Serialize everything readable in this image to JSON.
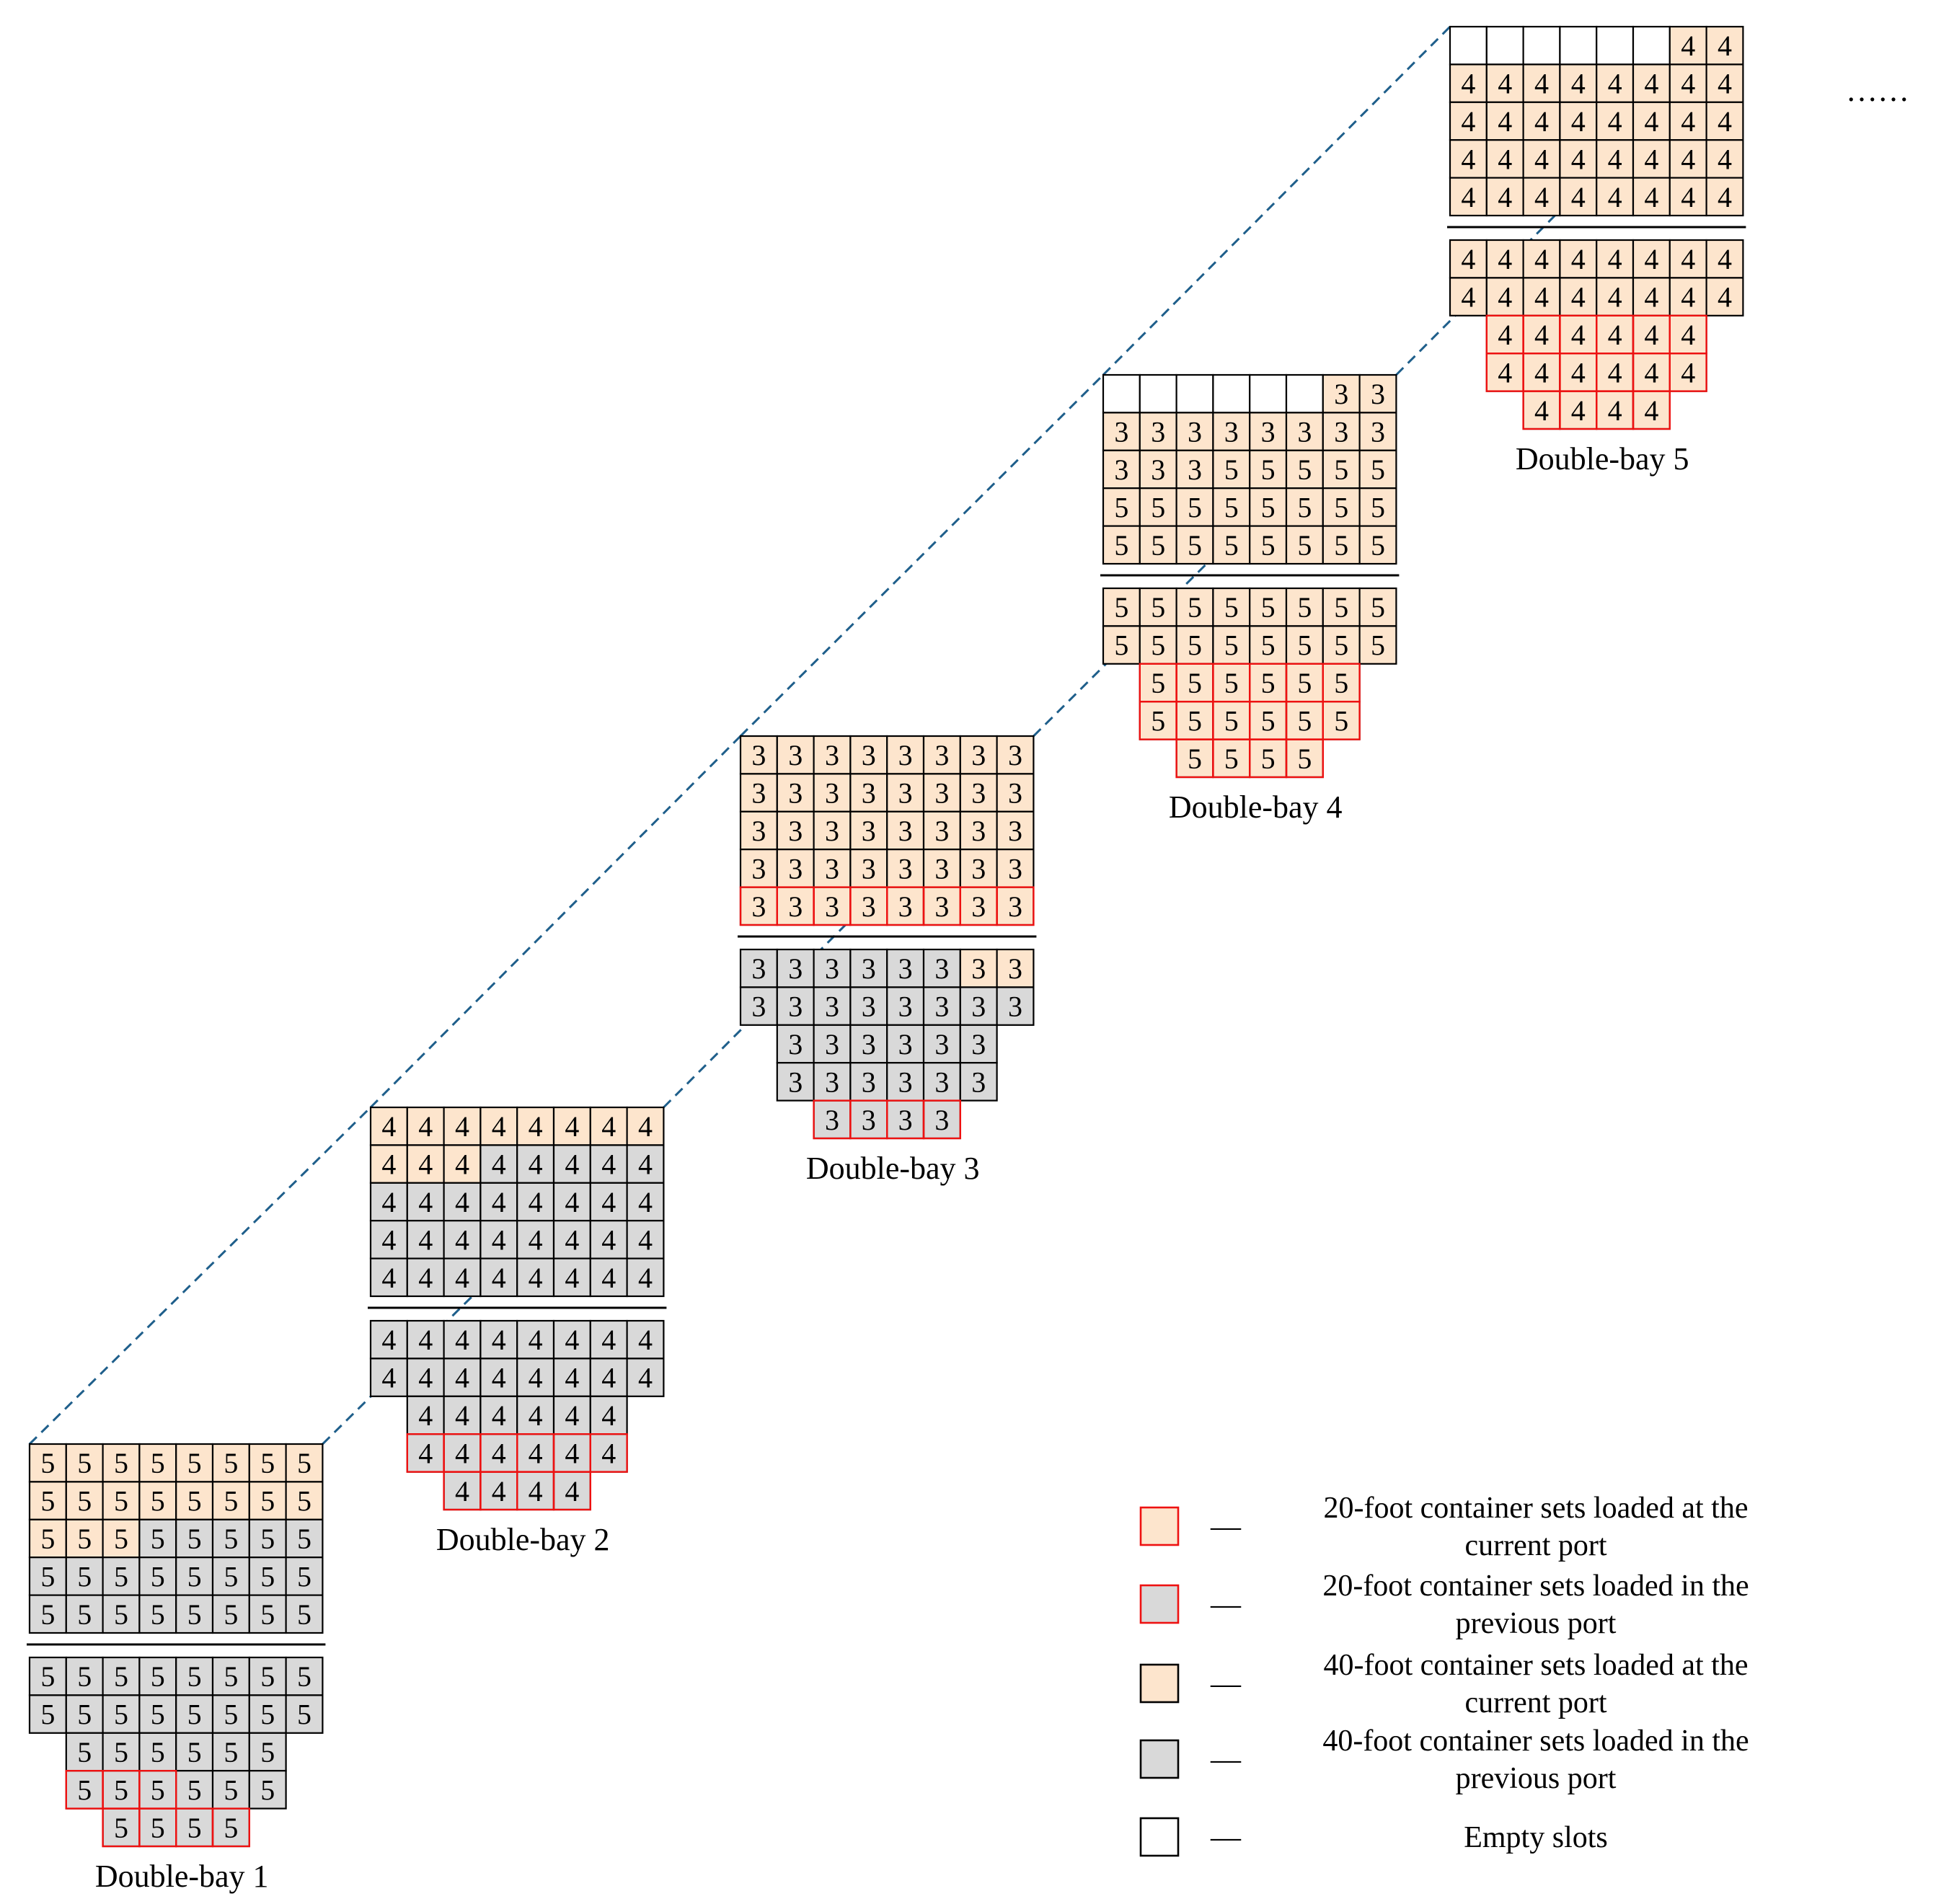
{
  "colors": {
    "current_port_fill": "#fde5cd",
    "previous_port_fill": "#d9d9d9",
    "empty_fill": "#ffffff",
    "cell_border": "#000000",
    "twenty_foot_border": "#ee1111",
    "connector": "#1f5f8b"
  },
  "bays": [
    {
      "id": "bay-1",
      "caption": "Double-bay 1",
      "on_deck": [
        [
          "5",
          "5",
          "5",
          "5",
          "5",
          "5",
          "5",
          "5"
        ],
        [
          "5",
          "5",
          "5",
          "5",
          "5",
          "5",
          "5",
          "5"
        ],
        [
          "5",
          "5",
          "5",
          "5",
          "5",
          "5",
          "5",
          "5"
        ],
        [
          "5",
          "5",
          "5",
          "5",
          "5",
          "5",
          "5",
          "5"
        ],
        [
          "5",
          "5",
          "5",
          "5",
          "5",
          "5",
          "5",
          "5"
        ]
      ],
      "on_deck_type": [
        [
          "c40",
          "c40",
          "c40",
          "c40",
          "c40",
          "c40",
          "c40",
          "c40"
        ],
        [
          "c40",
          "c40",
          "c40",
          "c40",
          "c40",
          "c40",
          "c40",
          "c40"
        ],
        [
          "c40",
          "c40",
          "c40",
          "p40",
          "p40",
          "p40",
          "p40",
          "p40"
        ],
        [
          "p40",
          "p40",
          "p40",
          "p40",
          "p40",
          "p40",
          "p40",
          "p40"
        ],
        [
          "p40",
          "p40",
          "p40",
          "p40",
          "p40",
          "p40",
          "p40",
          "p40"
        ]
      ],
      "in_hold": [
        [
          "5",
          "5",
          "5",
          "5",
          "5",
          "5",
          "5",
          "5"
        ],
        [
          "5",
          "5",
          "5",
          "5",
          "5",
          "5",
          "5",
          "5"
        ],
        [
          "5",
          "5",
          "5",
          "5",
          "5",
          "5"
        ],
        [
          "5",
          "5",
          "5",
          "5",
          "5",
          "5"
        ],
        [
          "5",
          "5",
          "5",
          "5"
        ]
      ],
      "in_hold_type": [
        [
          "p40",
          "p40",
          "p40",
          "p40",
          "p40",
          "p40",
          "p40",
          "p40"
        ],
        [
          "p40",
          "p40",
          "p40",
          "p40",
          "p40",
          "p40",
          "p40",
          "p40"
        ],
        [
          "p40",
          "p40",
          "p40",
          "p40",
          "p40",
          "p40"
        ],
        [
          "p20",
          "p20",
          "p20",
          "p40",
          "p40",
          "p40"
        ],
        [
          "p20",
          "p20",
          "p20",
          "p20"
        ]
      ]
    },
    {
      "id": "bay-2",
      "caption": "Double-bay 2",
      "on_deck": [
        [
          "4",
          "4",
          "4",
          "4",
          "4",
          "4",
          "4",
          "4"
        ],
        [
          "4",
          "4",
          "4",
          "4",
          "4",
          "4",
          "4",
          "4"
        ],
        [
          "4",
          "4",
          "4",
          "4",
          "4",
          "4",
          "4",
          "4"
        ],
        [
          "4",
          "4",
          "4",
          "4",
          "4",
          "4",
          "4",
          "4"
        ],
        [
          "4",
          "4",
          "4",
          "4",
          "4",
          "4",
          "4",
          "4"
        ]
      ],
      "on_deck_type": [
        [
          "c40",
          "c40",
          "c40",
          "c40",
          "c40",
          "c40",
          "c40",
          "c40"
        ],
        [
          "c40",
          "c40",
          "c40",
          "p40",
          "p40",
          "p40",
          "p40",
          "p40"
        ],
        [
          "p40",
          "p40",
          "p40",
          "p40",
          "p40",
          "p40",
          "p40",
          "p40"
        ],
        [
          "p40",
          "p40",
          "p40",
          "p40",
          "p40",
          "p40",
          "p40",
          "p40"
        ],
        [
          "p40",
          "p40",
          "p40",
          "p40",
          "p40",
          "p40",
          "p40",
          "p40"
        ]
      ],
      "in_hold": [
        [
          "4",
          "4",
          "4",
          "4",
          "4",
          "4",
          "4",
          "4"
        ],
        [
          "4",
          "4",
          "4",
          "4",
          "4",
          "4",
          "4",
          "4"
        ],
        [
          "4",
          "4",
          "4",
          "4",
          "4",
          "4"
        ],
        [
          "4",
          "4",
          "4",
          "4",
          "4",
          "4"
        ],
        [
          "4",
          "4",
          "4",
          "4"
        ]
      ],
      "in_hold_type": [
        [
          "p40",
          "p40",
          "p40",
          "p40",
          "p40",
          "p40",
          "p40",
          "p40"
        ],
        [
          "p40",
          "p40",
          "p40",
          "p40",
          "p40",
          "p40",
          "p40",
          "p40"
        ],
        [
          "p40",
          "p40",
          "p40",
          "p40",
          "p40",
          "p40"
        ],
        [
          "p20",
          "p20",
          "p20",
          "p20",
          "p20",
          "p20"
        ],
        [
          "p20",
          "p20",
          "p20",
          "p20"
        ]
      ]
    },
    {
      "id": "bay-3",
      "caption": "Double-bay 3",
      "on_deck": [
        [
          "3",
          "3",
          "3",
          "3",
          "3",
          "3",
          "3",
          "3"
        ],
        [
          "3",
          "3",
          "3",
          "3",
          "3",
          "3",
          "3",
          "3"
        ],
        [
          "3",
          "3",
          "3",
          "3",
          "3",
          "3",
          "3",
          "3"
        ],
        [
          "3",
          "3",
          "3",
          "3",
          "3",
          "3",
          "3",
          "3"
        ],
        [
          "3",
          "3",
          "3",
          "3",
          "3",
          "3",
          "3",
          "3"
        ]
      ],
      "on_deck_type": [
        [
          "c40",
          "c40",
          "c40",
          "c40",
          "c40",
          "c40",
          "c40",
          "c40"
        ],
        [
          "c40",
          "c40",
          "c40",
          "c40",
          "c40",
          "c40",
          "c40",
          "c40"
        ],
        [
          "c40",
          "c40",
          "c40",
          "c40",
          "c40",
          "c40",
          "c40",
          "c40"
        ],
        [
          "c40",
          "c40",
          "c40",
          "c40",
          "c40",
          "c40",
          "c40",
          "c40"
        ],
        [
          "c20",
          "c20",
          "c20",
          "c20",
          "c20",
          "c20",
          "c20",
          "c20"
        ]
      ],
      "in_hold": [
        [
          "3",
          "3",
          "3",
          "3",
          "3",
          "3",
          "3",
          "3"
        ],
        [
          "3",
          "3",
          "3",
          "3",
          "3",
          "3",
          "3",
          "3"
        ],
        [
          "3",
          "3",
          "3",
          "3",
          "3",
          "3"
        ],
        [
          "3",
          "3",
          "3",
          "3",
          "3",
          "3"
        ],
        [
          "3",
          "3",
          "3",
          "3"
        ]
      ],
      "in_hold_type": [
        [
          "p40",
          "p40",
          "p40",
          "p40",
          "p40",
          "p40",
          "c40",
          "c40"
        ],
        [
          "p40",
          "p40",
          "p40",
          "p40",
          "p40",
          "p40",
          "p40",
          "p40"
        ],
        [
          "p40",
          "p40",
          "p40",
          "p40",
          "p40",
          "p40"
        ],
        [
          "p40",
          "p40",
          "p40",
          "p40",
          "p40",
          "p40"
        ],
        [
          "p20",
          "p20",
          "p20",
          "p20"
        ]
      ]
    },
    {
      "id": "bay-4",
      "caption": "Double-bay 4",
      "on_deck": [
        [
          "",
          "",
          "",
          "",
          "",
          "",
          "3",
          "3"
        ],
        [
          "3",
          "3",
          "3",
          "3",
          "3",
          "3",
          "3",
          "3"
        ],
        [
          "3",
          "3",
          "3",
          "5",
          "5",
          "5",
          "5",
          "5"
        ],
        [
          "5",
          "5",
          "5",
          "5",
          "5",
          "5",
          "5",
          "5"
        ],
        [
          "5",
          "5",
          "5",
          "5",
          "5",
          "5",
          "5",
          "5"
        ]
      ],
      "on_deck_type": [
        [
          "empty",
          "empty",
          "empty",
          "empty",
          "empty",
          "empty",
          "c40",
          "c40"
        ],
        [
          "c40",
          "c40",
          "c40",
          "c40",
          "c40",
          "c40",
          "c40",
          "c40"
        ],
        [
          "c40",
          "c40",
          "c40",
          "c40",
          "c40",
          "c40",
          "c40",
          "c40"
        ],
        [
          "c40",
          "c40",
          "c40",
          "c40",
          "c40",
          "c40",
          "c40",
          "c40"
        ],
        [
          "c40",
          "c40",
          "c40",
          "c40",
          "c40",
          "c40",
          "c40",
          "c40"
        ]
      ],
      "in_hold": [
        [
          "5",
          "5",
          "5",
          "5",
          "5",
          "5",
          "5",
          "5"
        ],
        [
          "5",
          "5",
          "5",
          "5",
          "5",
          "5",
          "5",
          "5"
        ],
        [
          "5",
          "5",
          "5",
          "5",
          "5",
          "5"
        ],
        [
          "5",
          "5",
          "5",
          "5",
          "5",
          "5"
        ],
        [
          "5",
          "5",
          "5",
          "5"
        ]
      ],
      "in_hold_type": [
        [
          "c40",
          "c40",
          "c40",
          "c40",
          "c40",
          "c40",
          "c40",
          "c40"
        ],
        [
          "c40",
          "c40",
          "c40",
          "c40",
          "c40",
          "c40",
          "c40",
          "c40"
        ],
        [
          "c20",
          "c20",
          "c20",
          "c20",
          "c20",
          "c20"
        ],
        [
          "c20",
          "c20",
          "c20",
          "c20",
          "c20",
          "c20"
        ],
        [
          "c20",
          "c20",
          "c20",
          "c20"
        ]
      ]
    },
    {
      "id": "bay-5",
      "caption": "Double-bay 5",
      "on_deck": [
        [
          "",
          "",
          "",
          "",
          "",
          "",
          "4",
          "4"
        ],
        [
          "4",
          "4",
          "4",
          "4",
          "4",
          "4",
          "4",
          "4"
        ],
        [
          "4",
          "4",
          "4",
          "4",
          "4",
          "4",
          "4",
          "4"
        ],
        [
          "4",
          "4",
          "4",
          "4",
          "4",
          "4",
          "4",
          "4"
        ],
        [
          "4",
          "4",
          "4",
          "4",
          "4",
          "4",
          "4",
          "4"
        ]
      ],
      "on_deck_type": [
        [
          "empty",
          "empty",
          "empty",
          "empty",
          "empty",
          "empty",
          "c40",
          "c40"
        ],
        [
          "c40",
          "c40",
          "c40",
          "c40",
          "c40",
          "c40",
          "c40",
          "c40"
        ],
        [
          "c40",
          "c40",
          "c40",
          "c40",
          "c40",
          "c40",
          "c40",
          "c40"
        ],
        [
          "c40",
          "c40",
          "c40",
          "c40",
          "c40",
          "c40",
          "c40",
          "c40"
        ],
        [
          "c40",
          "c40",
          "c40",
          "c40",
          "c40",
          "c40",
          "c40",
          "c40"
        ]
      ],
      "in_hold": [
        [
          "4",
          "4",
          "4",
          "4",
          "4",
          "4",
          "4",
          "4"
        ],
        [
          "4",
          "4",
          "4",
          "4",
          "4",
          "4",
          "4",
          "4"
        ],
        [
          "4",
          "4",
          "4",
          "4",
          "4",
          "4"
        ],
        [
          "4",
          "4",
          "4",
          "4",
          "4",
          "4"
        ],
        [
          "4",
          "4",
          "4",
          "4"
        ]
      ],
      "in_hold_type": [
        [
          "c40",
          "c40",
          "c40",
          "c40",
          "c40",
          "c40",
          "c40",
          "c40"
        ],
        [
          "c40",
          "c40",
          "c40",
          "c40",
          "c40",
          "c40",
          "c40",
          "c40"
        ],
        [
          "c20",
          "c20",
          "c20",
          "c20",
          "c20",
          "c20"
        ],
        [
          "c20",
          "c20",
          "c20",
          "c20",
          "c20",
          "c20"
        ],
        [
          "c20",
          "c20",
          "c20",
          "c20"
        ]
      ]
    }
  ],
  "continuation": "……",
  "legend": [
    {
      "type": "c20",
      "dash": "—",
      "lines": [
        "20-foot container sets loaded at the",
        "current port"
      ]
    },
    {
      "type": "p20",
      "dash": "—",
      "lines": [
        "20-foot container sets loaded in the",
        "previous port"
      ]
    },
    {
      "type": "c40",
      "dash": "—",
      "lines": [
        "40-foot container sets loaded at the",
        "current port"
      ]
    },
    {
      "type": "p40",
      "dash": "—",
      "lines": [
        "40-foot container sets loaded in the",
        "previous port"
      ]
    },
    {
      "type": "empty",
      "dash": "—",
      "lines": [
        "Empty slots"
      ]
    }
  ]
}
